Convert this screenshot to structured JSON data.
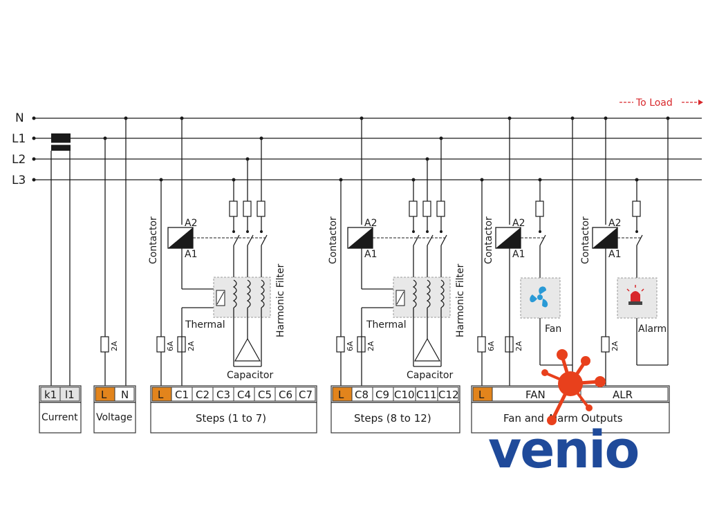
{
  "bus_lines": [
    "N",
    "L1",
    "L2",
    "L3"
  ],
  "to_load": "To Load",
  "current": {
    "terminals": [
      "k1",
      "l1"
    ],
    "label": "Current"
  },
  "voltage": {
    "terminals": [
      "L",
      "N"
    ],
    "label": "Voltage",
    "fuse": "2A"
  },
  "steps_1_7": {
    "terminals": [
      "L",
      "C1",
      "C2",
      "C3",
      "C4",
      "C5",
      "C6",
      "C7"
    ],
    "label": "Steps (1 to 7)",
    "contactor": "Contactor",
    "coil_top": "A2",
    "coil_bottom": "A1",
    "thermal": "Thermal",
    "harmonic_filter": "Harmonic Filter",
    "capacitor": "Capacitor",
    "fuse_a": "6A",
    "fuse_b": "2A"
  },
  "steps_8_12": {
    "terminals": [
      "L",
      "C8",
      "C9",
      "C10",
      "C11",
      "C12"
    ],
    "label": "Steps (8 to 12)",
    "contactor": "Contactor",
    "coil_top": "A2",
    "coil_bottom": "A1",
    "thermal": "Thermal",
    "harmonic_filter": "Harmonic Filter",
    "capacitor": "Capacitor",
    "fuse_a": "6A",
    "fuse_b": "2A"
  },
  "fan_alarm": {
    "terminals": [
      "L",
      "FAN",
      "ALR"
    ],
    "label": "Fan and Alarm Outputs",
    "fan_contactor": "Contactor",
    "alarm_contactor": "Contactor",
    "coil_top": "A2",
    "coil_bottom": "A1",
    "fan": "Fan",
    "alarm": "Alarm",
    "fuse_a": "6A",
    "fuse_b": "2A"
  },
  "logo": {
    "text": "venio"
  },
  "colors": {
    "accent_orange": "#e2841c",
    "to_load_red": "#d8282c",
    "logo_blue": "#1f4a9a",
    "logo_orange": "#e8401c",
    "fan_blue": "#2a9ad6"
  }
}
